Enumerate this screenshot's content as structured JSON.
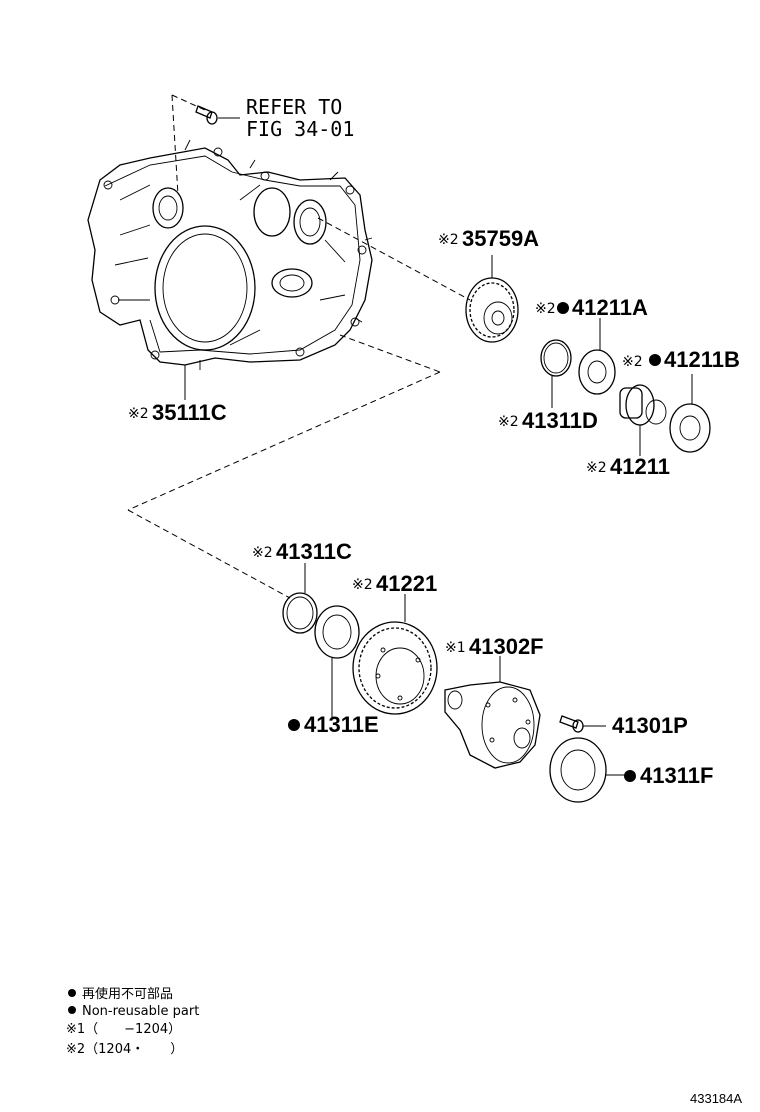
{
  "refer": {
    "line1": "REFER TO",
    "line2": "FIG 34-01"
  },
  "parts": {
    "p35111C": {
      "mark": "※2",
      "code": "35111C"
    },
    "p35759A": {
      "mark": "※2",
      "code": "35759A"
    },
    "p41211A": {
      "mark": "※2",
      "code": "41211A"
    },
    "p41211B": {
      "mark": "※2",
      "code": "41211B"
    },
    "p41311D": {
      "mark": "※2",
      "code": "41311D"
    },
    "p41211": {
      "mark": "※2",
      "code": "41211"
    },
    "p41311C": {
      "mark": "※2",
      "code": "41311C"
    },
    "p41221": {
      "mark": "※2",
      "code": "41221"
    },
    "p41302F": {
      "mark": "※1",
      "code": "41302F"
    },
    "p41311E": {
      "code": "41311E"
    },
    "p41301P": {
      "code": "41301P"
    },
    "p41311F": {
      "code": "41311F"
    }
  },
  "legend": {
    "line1": "再使用不可部品",
    "line2": "Non-reusable part",
    "line3": "※1（　　−1204）",
    "line4": "※2（1204・　　）"
  },
  "figure_code": "433184A",
  "icons": {
    "nonreusable": "filled-circle-icon"
  }
}
